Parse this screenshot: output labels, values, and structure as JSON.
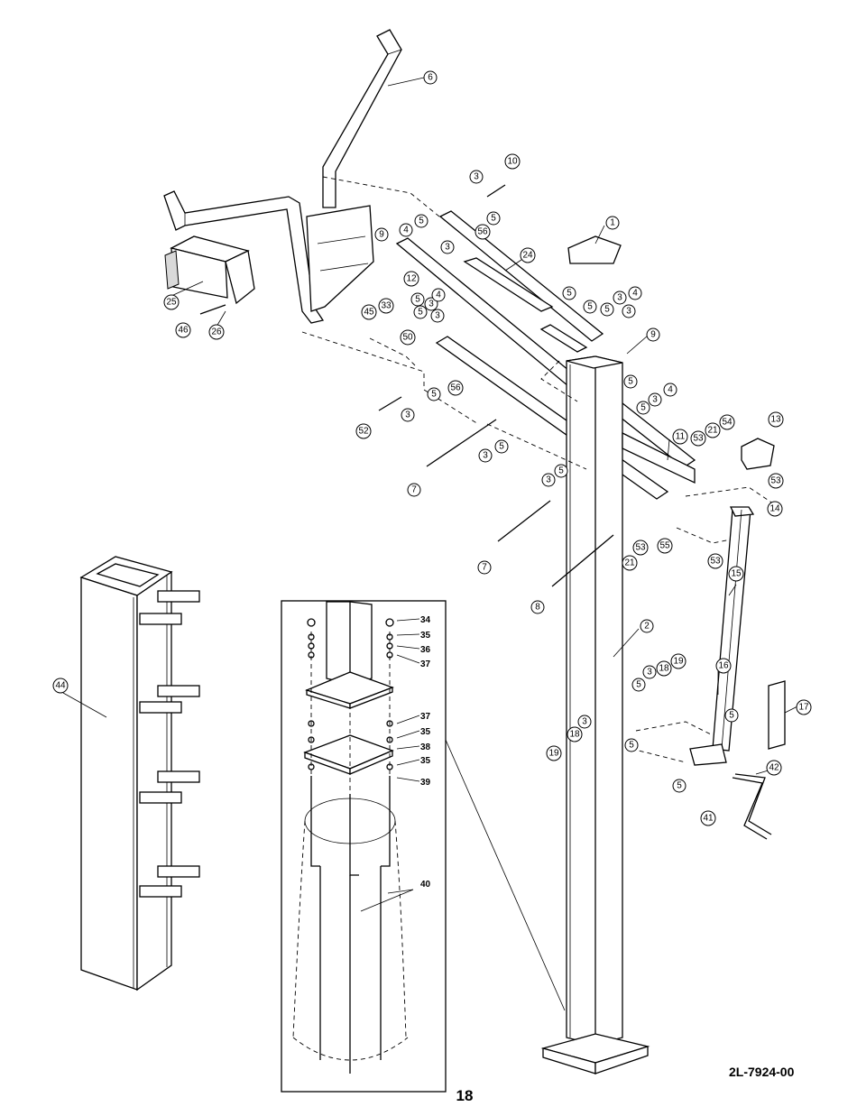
{
  "page": {
    "page_number": "18",
    "drawing_number": "2L-7924-00"
  },
  "callouts": {
    "c1": "1",
    "c2": "2",
    "c6": "6",
    "c9a": "9",
    "c9b": "9",
    "c10": "10",
    "c11": "11",
    "c12": "12",
    "c13": "13",
    "c14": "14",
    "c15": "15",
    "c16": "16",
    "c17": "17",
    "c18a": "18",
    "c18b": "18",
    "c19a": "19",
    "c19b": "19",
    "c21a": "21",
    "c21b": "21",
    "c24": "24",
    "c25": "25",
    "c26": "26",
    "c33": "33",
    "c41": "41",
    "c42": "42",
    "c44": "44",
    "c45": "45",
    "c46": "46",
    "c50": "50",
    "c52": "52",
    "c53a": "53",
    "c53b": "53",
    "c53c": "53",
    "c53d": "53",
    "c54": "54",
    "c55": "55",
    "c56a": "56",
    "c56b": "56",
    "c7a": "7",
    "c7b": "7",
    "c8": "8",
    "c3a": "3",
    "c3b": "3",
    "c3c": "3",
    "c3d": "3",
    "c3e": "3",
    "c3f": "3",
    "c3g": "3",
    "c3h": "3",
    "c3i": "3",
    "c3j": "3",
    "c3k": "3",
    "c3l": "3",
    "c4a": "4",
    "c4b": "4",
    "c4c": "4",
    "c4d": "4",
    "c5a": "5",
    "c5b": "5",
    "c5c": "5",
    "c5d": "5",
    "c5e": "5",
    "c5f": "5",
    "c5g": "5",
    "c5h": "5",
    "c5i": "5",
    "c5j": "5",
    "c5k": "5",
    "c5l": "5",
    "c5m": "5",
    "c5n": "5",
    "c5o": "5",
    "c5p": "5"
  },
  "detail_labels": {
    "l34": "34",
    "l35a": "35",
    "l36": "36",
    "l37a": "37",
    "l37b": "37",
    "l35b": "35",
    "l38": "38",
    "l35c": "35",
    "l39": "39",
    "l40": "40"
  }
}
